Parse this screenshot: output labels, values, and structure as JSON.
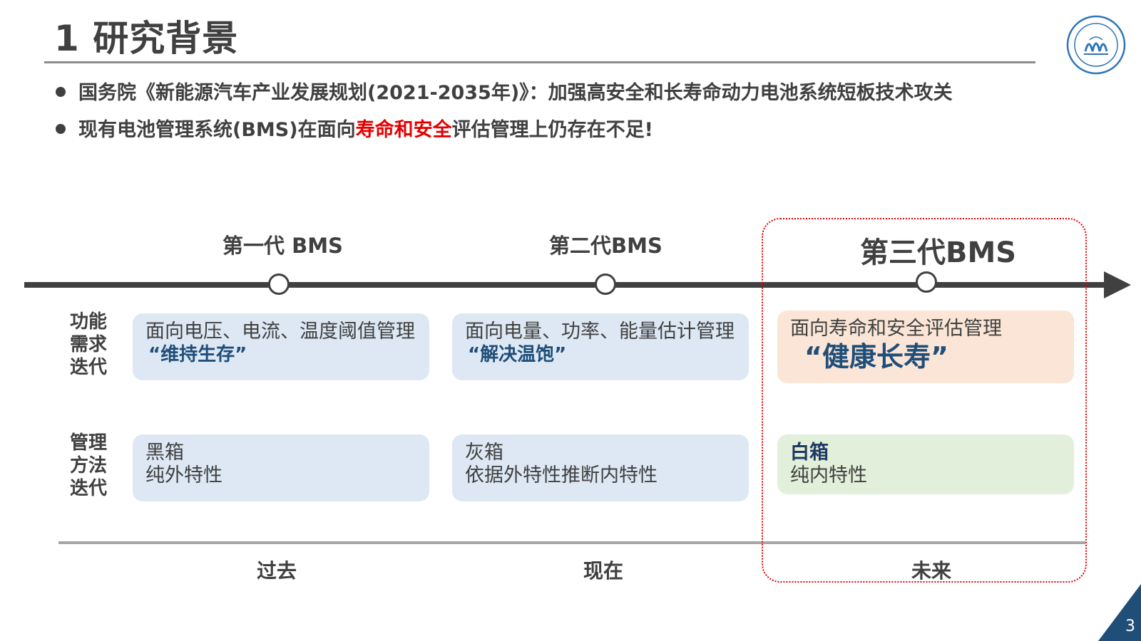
{
  "header": {
    "title": "1 研究背景"
  },
  "bullets": [
    {
      "text": "国务院《新能源汽车产业发展规划(2021-2035年)》：加强高安全和长寿命动力电池系统短板技术攻关"
    },
    {
      "pre": "现有电池管理系统(BMS)在面向",
      "highlight": "寿命和安全",
      "post": "评估管理上仍存在不足!"
    }
  ],
  "timeline": {
    "generations": [
      "第一代 BMS",
      "第二代BMS",
      "第三代BMS"
    ],
    "row_labels": {
      "function": [
        "功能",
        "需求",
        "迭代"
      ],
      "method": [
        "管理",
        "方法",
        "迭代"
      ]
    },
    "function_boxes": [
      {
        "line1": "面向电压、电流、温度阈值管理",
        "line2": "“维持生存”"
      },
      {
        "line1": "面向电量、功率、能量估计管理",
        "line2": "“解决温饱”"
      },
      {
        "line1": "面向寿命和安全评估管理",
        "line2": "“健康长寿”"
      }
    ],
    "method_boxes": [
      {
        "line1": "黑箱",
        "line2": "纯外特性"
      },
      {
        "line1": "灰箱",
        "line2": "依据外特性推断内特性"
      },
      {
        "line1": "白箱",
        "line2": "纯内特性"
      }
    ],
    "eras": [
      "过去",
      "现在",
      "未来"
    ]
  },
  "footer": {
    "page_number": "3"
  },
  "colors": {
    "accent_red": "#e60000",
    "dark_blue": "#1f4e79",
    "box_blue": "#dde8f4",
    "box_peach": "#fbe5d6",
    "box_green": "#e2efda",
    "text_dark": "#404040"
  }
}
